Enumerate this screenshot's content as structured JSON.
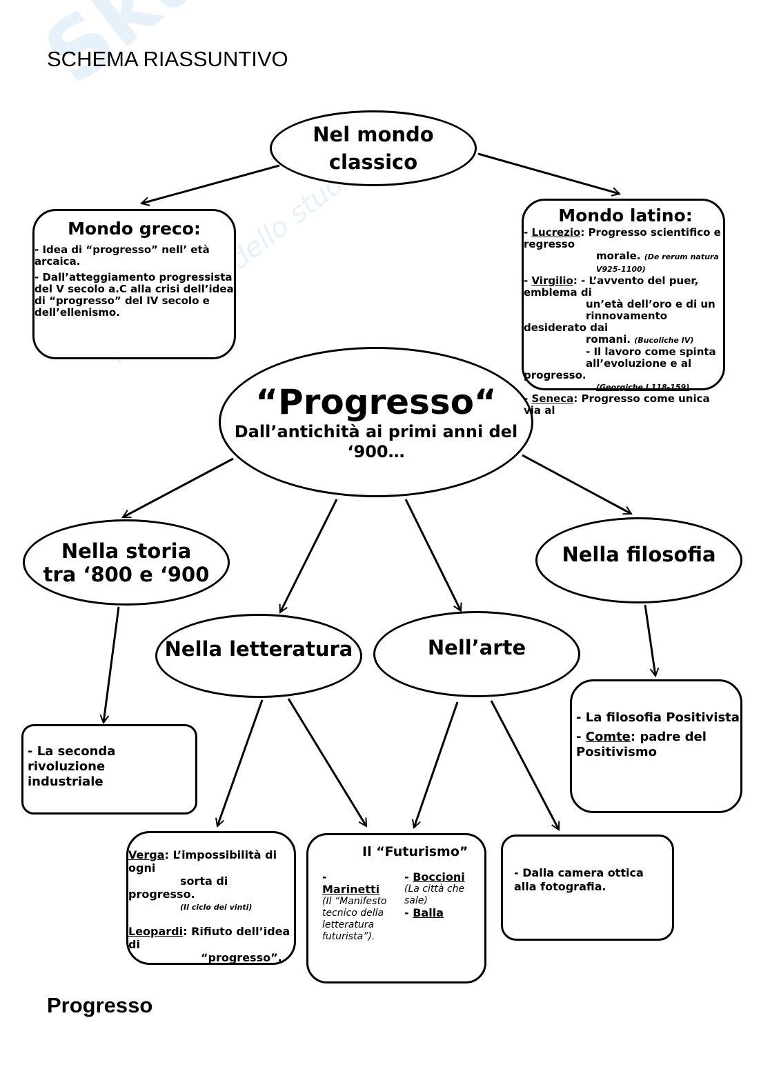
{
  "title": "SCHEMA RIASSUNTIVO",
  "footer": "Progresso",
  "watermark": {
    "brand": "Skuola.net",
    "tagline": "il paradiso dello studente"
  },
  "nodes": {
    "classico": {
      "line1": "Nel mondo",
      "line2": "classico"
    },
    "greco": {
      "heading": "Mondo greco:",
      "items": [
        "- Idea di “progresso” nell’ età arcaica.",
        "- Dall’atteggiamento progressista del V secolo a.C alla crisi dell’idea di “progresso” del IV secolo e dell’ellenismo."
      ]
    },
    "latino": {
      "heading": "Mondo latino:",
      "lucrezio": "Lucrezio",
      "lucrezio_text": ": Progresso scientifico e regresso",
      "lucrezio_text2": "morale.",
      "lucrezio_ref": "(De rerum natura V925-1100)",
      "virgilio": "Virgilio",
      "virgilio_text": ": - L’avvento del puer, emblema di",
      "virgilio_text2": "un’età dell’oro e di un rinnovamento",
      "virgilio_text3": "desiderato dai",
      "virgilio_text4": "romani.",
      "virgilio_ref": "(Bucoliche IV)",
      "virgilio_text5": "- Il lavoro come spinta all’evoluzione e al",
      "virgilio_text6": "progresso.",
      "virgilio_ref2": "(Georgiche I 118-159)",
      "seneca": "Seneca",
      "seneca_text": ":  Progresso come unica via al"
    },
    "center": {
      "title": "“Progresso“",
      "subtitle": "Dall’antichità ai primi anni del ‘900…"
    },
    "storia": {
      "line1": "Nella storia",
      "line2": "tra ‘800 e ‘900"
    },
    "filosofia": {
      "label": "Nella filosofia"
    },
    "letteratura": {
      "label": "Nella letteratura"
    },
    "arte": {
      "label": "Nell’arte"
    },
    "storia_box": {
      "text": "- La seconda rivoluzione industriale"
    },
    "filosofia_box": {
      "item1": "- La filosofia Positivista",
      "comte": "Comte",
      "comte_text": ": padre del Positivismo"
    },
    "verga_box": {
      "verga": "Verga",
      "verga_text": ": L’impossibilità di ogni",
      "verga_text2": "sorta di",
      "verga_text3": "progresso.",
      "verga_ref": "(Il ciclo dei vinti)",
      "leopardi": "Leopardi",
      "leopardi_text": ": Rifiuto dell’idea di",
      "leopardi_text2": "“progresso”."
    },
    "futurismo_box": {
      "heading": "Il “Futurismo”",
      "marinetti": "Marinetti",
      "marinetti_ref": "(Il “Manifesto tecnico della letteratura futurista”).",
      "boccioni": "Boccioni",
      "boccioni_ref": "(La città che sale)",
      "balla": "Balla"
    },
    "camera_box": {
      "text": "- Dalla camera ottica alla fotografia."
    }
  }
}
